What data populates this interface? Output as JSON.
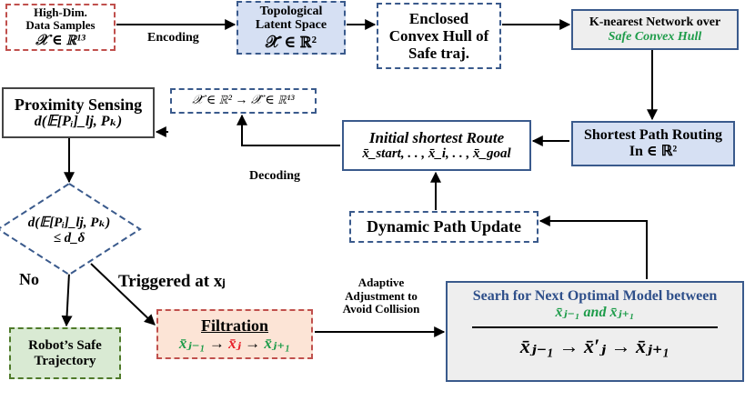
{
  "nodes": {
    "high_dim": {
      "line1": "High-Dim.",
      "line2": "Data Samples",
      "line3": "𝒳 ∈ ℝ¹³"
    },
    "latent": {
      "line1": "Topological",
      "line2": "Latent Space",
      "line3": "𝒳̄ ∈ ℝ²"
    },
    "hull": {
      "line1": "Enclosed",
      "line2": "Convex Hull of",
      "line3": "Safe traj."
    },
    "knn": {
      "line1": "K-nearest Network over",
      "line2": "Safe Convex Hull"
    },
    "shortest_path": {
      "line1": "Shortest Path Routing",
      "line2": "In ∈ ℝ²"
    },
    "initial_route": {
      "line1": "Initial shortest Route",
      "line2": "x̄_start, . . , x̄_i, . . , x̄_goal"
    },
    "decode_box": {
      "text": "𝒳̄ ∈ ℝ² → 𝒳̂ ∈ ℝ¹³"
    },
    "proximity": {
      "line1": "Proximity Sensing",
      "line2": "d(𝔼[Pᵢ]_lj, Pₖ)"
    },
    "decision": {
      "line1": "d(𝔼[Pᵢ]_lj, Pₖ)",
      "line2": "≤ d_δ"
    },
    "dynamic_update": {
      "text": "Dynamic Path Update"
    },
    "robot_safe": {
      "line1": "Robot’s Safe",
      "line2": "Trajectory"
    },
    "filtration": {
      "title": "Filtration",
      "seq_a": "x̄ⱼ₋₁",
      "arrow1": " → ",
      "seq_b": "x̄ⱼ",
      "arrow2": " → ",
      "seq_c": "x̄ⱼ₊₁"
    },
    "search": {
      "line1": "Searh for Next Optimal Model between",
      "line2": "x̄ⱼ₋₁ and x̄ⱼ₊₁",
      "line3": "x̄ⱼ₋₁ → x̄′ⱼ → x̄ⱼ₊₁"
    }
  },
  "labels": {
    "encoding": "Encoding",
    "decoding": "Decoding",
    "no": "No",
    "triggered": "Triggered at xⱼ",
    "adaptive1": "Adaptive",
    "adaptive2": "Adjustment to",
    "adaptive3": "Avoid Collision"
  },
  "colors": {
    "red_dash": "#c0504d",
    "blue_border": "#3a5a8c",
    "green_dash": "#4f7a2a",
    "latent_fill": "#d6e0f3",
    "knn_fill": "#eeeeee",
    "shortest_fill": "#d6e0f3",
    "robot_fill": "#d9ead3",
    "filtration_fill": "#fce4d6",
    "search_fill": "#eeeeee",
    "green_text": "#1e9c4a",
    "red_text": "#e8202a"
  }
}
